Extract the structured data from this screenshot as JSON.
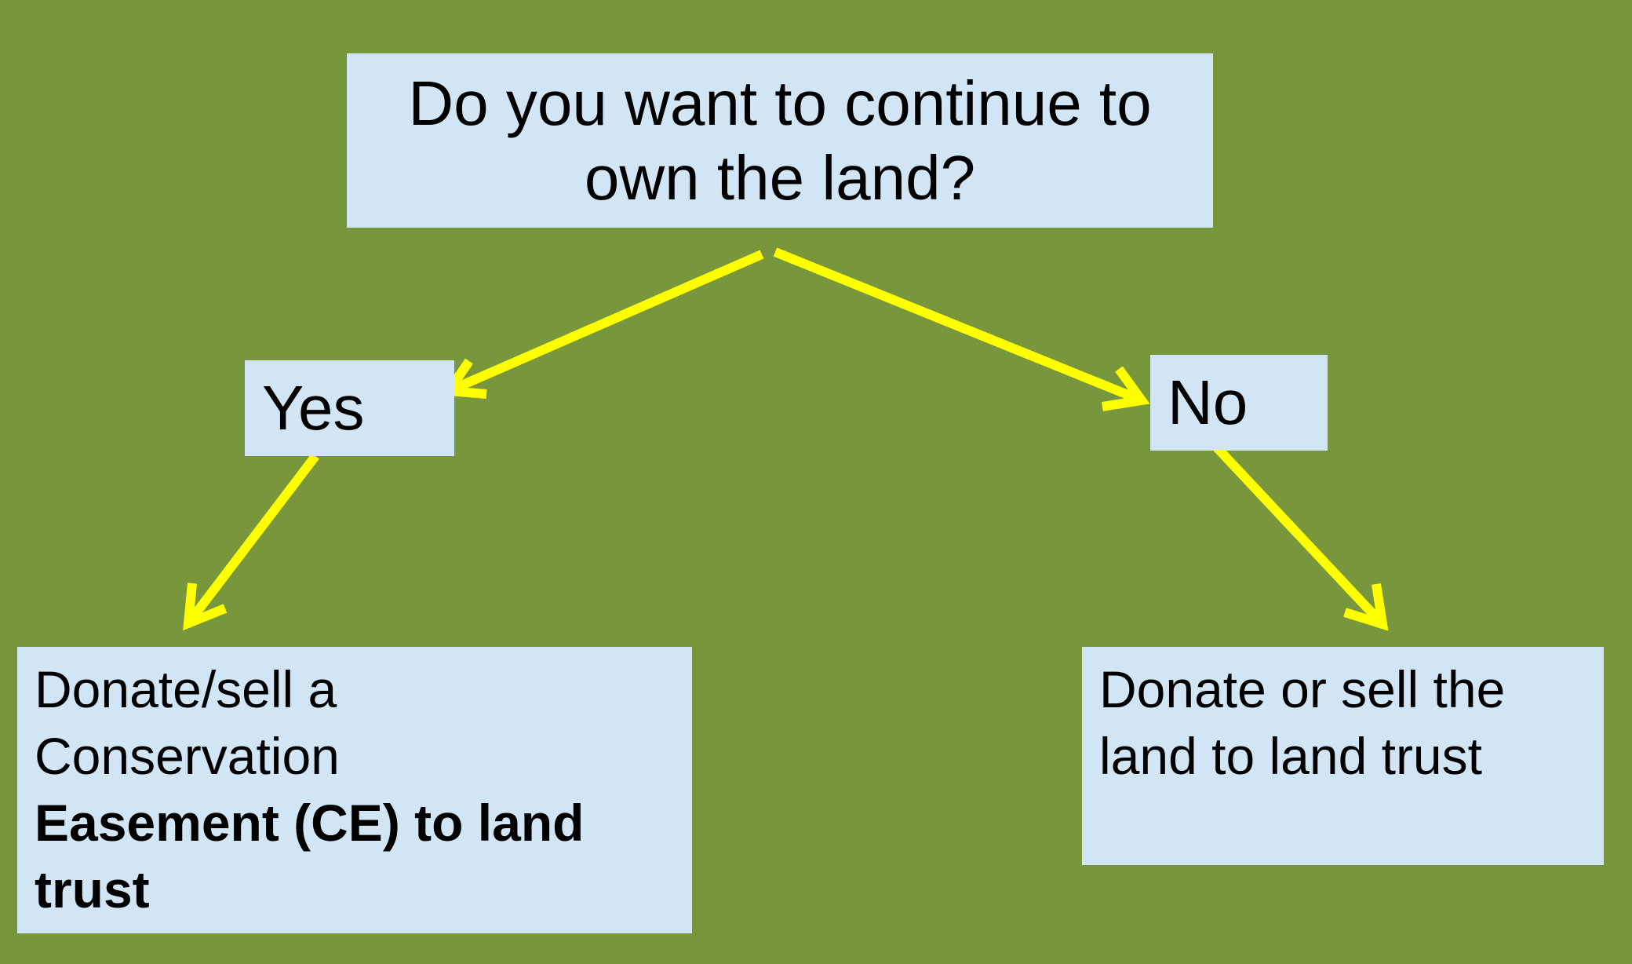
{
  "question": {
    "text": "Do you want to continue to own the land?"
  },
  "yes_box": {
    "label": "Yes"
  },
  "no_box": {
    "label": "No"
  },
  "left_result": {
    "line1": "Donate/sell a",
    "line2": "Conservation",
    "line3_bold": "Easement (CE) to land",
    "line4_bold": "trust"
  },
  "right_result": {
    "text": "Donate or sell the land to land trust"
  },
  "colors": {
    "background": "#78963c",
    "box_fill": "#d1e5f4",
    "arrow": "#ffff00"
  }
}
